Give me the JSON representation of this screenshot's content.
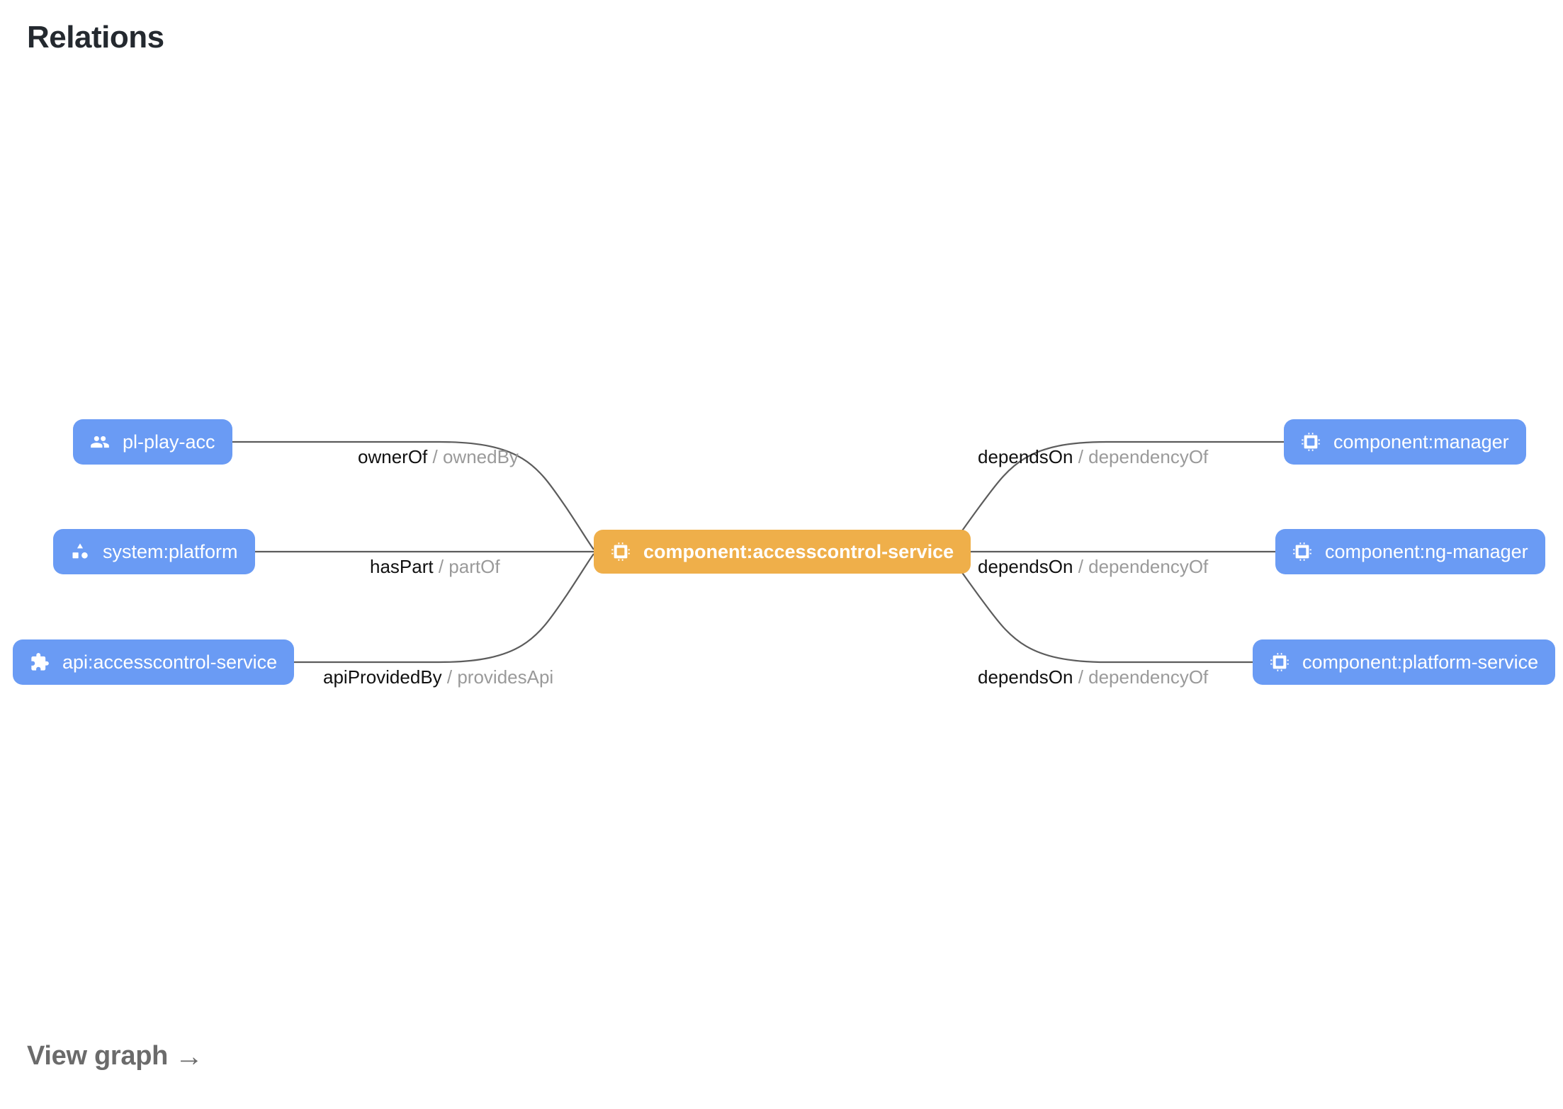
{
  "page": {
    "title": "Relations",
    "view_graph_label": "View graph",
    "arrow_glyph": "→"
  },
  "colors": {
    "node_blue": "#6a9bf4",
    "node_orange": "#efaf4a",
    "edge_stroke": "#5c5c5c",
    "title_text": "#24292f",
    "link_text": "#6b6b6b",
    "relation_forward": "#101010",
    "relation_reverse": "#9a9a9a"
  },
  "graph": {
    "center_node": {
      "id": "component:accesscontrol-service",
      "label": "component:accesscontrol-service",
      "icon": "chip-icon",
      "kind": "component",
      "color": "#efaf4a"
    },
    "left_nodes": [
      {
        "id": "pl-play-acc",
        "label": "pl-play-acc",
        "icon": "group-icon",
        "kind": "group",
        "color": "#6a9bf4"
      },
      {
        "id": "system:platform",
        "label": "system:platform",
        "icon": "category-icon",
        "kind": "system",
        "color": "#6a9bf4"
      },
      {
        "id": "api:accesscontrol-service",
        "label": "api:accesscontrol-service",
        "icon": "puzzle-icon",
        "kind": "api",
        "color": "#6a9bf4"
      }
    ],
    "right_nodes": [
      {
        "id": "component:manager",
        "label": "component:manager",
        "icon": "chip-icon",
        "kind": "component",
        "color": "#6a9bf4"
      },
      {
        "id": "component:ng-manager",
        "label": "component:ng-manager",
        "icon": "chip-icon",
        "kind": "component",
        "color": "#6a9bf4"
      },
      {
        "id": "component:platform-service",
        "label": "component:platform-service",
        "icon": "chip-icon",
        "kind": "component",
        "color": "#6a9bf4"
      }
    ],
    "edges": [
      {
        "source": "pl-play-acc",
        "target": "component:accesscontrol-service",
        "forward": "ownerOf",
        "separator": "/",
        "reverse": "ownedBy"
      },
      {
        "source": "system:platform",
        "target": "component:accesscontrol-service",
        "forward": "hasPart",
        "separator": "/",
        "reverse": "partOf"
      },
      {
        "source": "api:accesscontrol-service",
        "target": "component:accesscontrol-service",
        "forward": "apiProvidedBy",
        "separator": "/",
        "reverse": "providesApi"
      },
      {
        "source": "component:accesscontrol-service",
        "target": "component:manager",
        "forward": "dependsOn",
        "separator": "/",
        "reverse": "dependencyOf"
      },
      {
        "source": "component:accesscontrol-service",
        "target": "component:ng-manager",
        "forward": "dependsOn",
        "separator": "/",
        "reverse": "dependencyOf"
      },
      {
        "source": "component:accesscontrol-service",
        "target": "component:platform-service",
        "forward": "dependsOn",
        "separator": "/",
        "reverse": "dependencyOf"
      }
    ]
  }
}
